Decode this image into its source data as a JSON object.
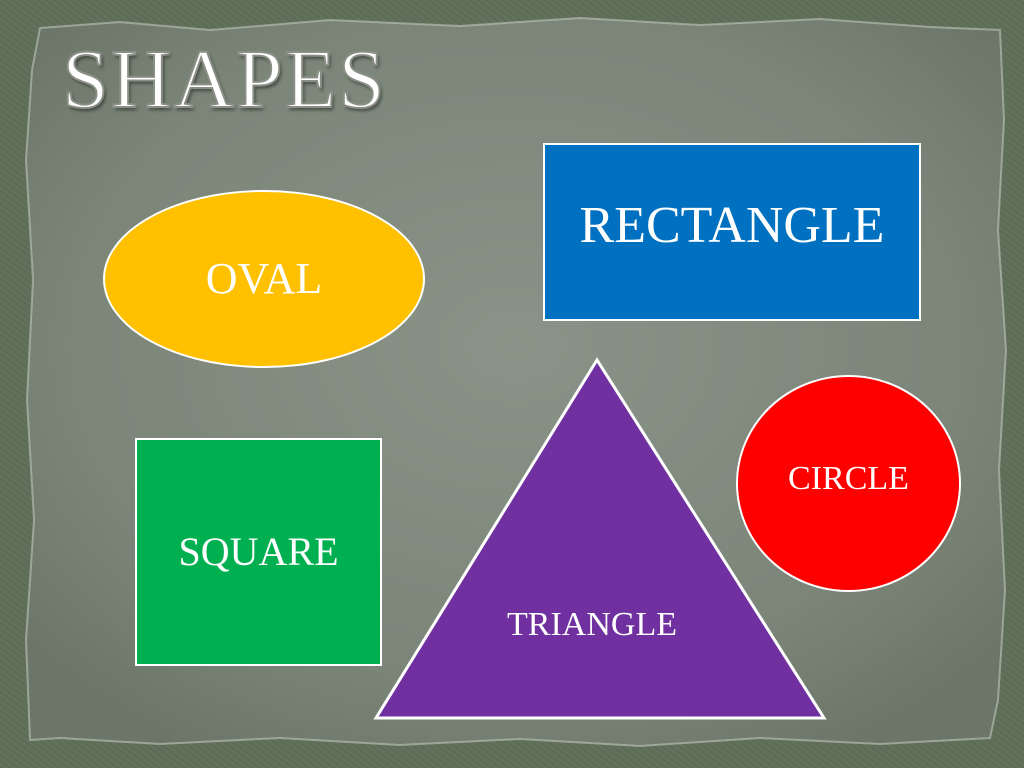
{
  "slide": {
    "title": "SHAPES"
  },
  "shapes": {
    "rectangle": {
      "label": "RECTANGLE",
      "color": "#0070c0"
    },
    "oval": {
      "label": "OVAL",
      "color": "#ffc000"
    },
    "square": {
      "label": "SQUARE",
      "color": "#00b050"
    },
    "circle": {
      "label": "CIRCLE",
      "color": "#ff0000"
    },
    "triangle": {
      "label": "TRIANGLE",
      "color": "#7030a0"
    }
  },
  "colors": {
    "background": "#5e6e58",
    "paper": "#7d877a",
    "shape_border": "#ffffff"
  }
}
